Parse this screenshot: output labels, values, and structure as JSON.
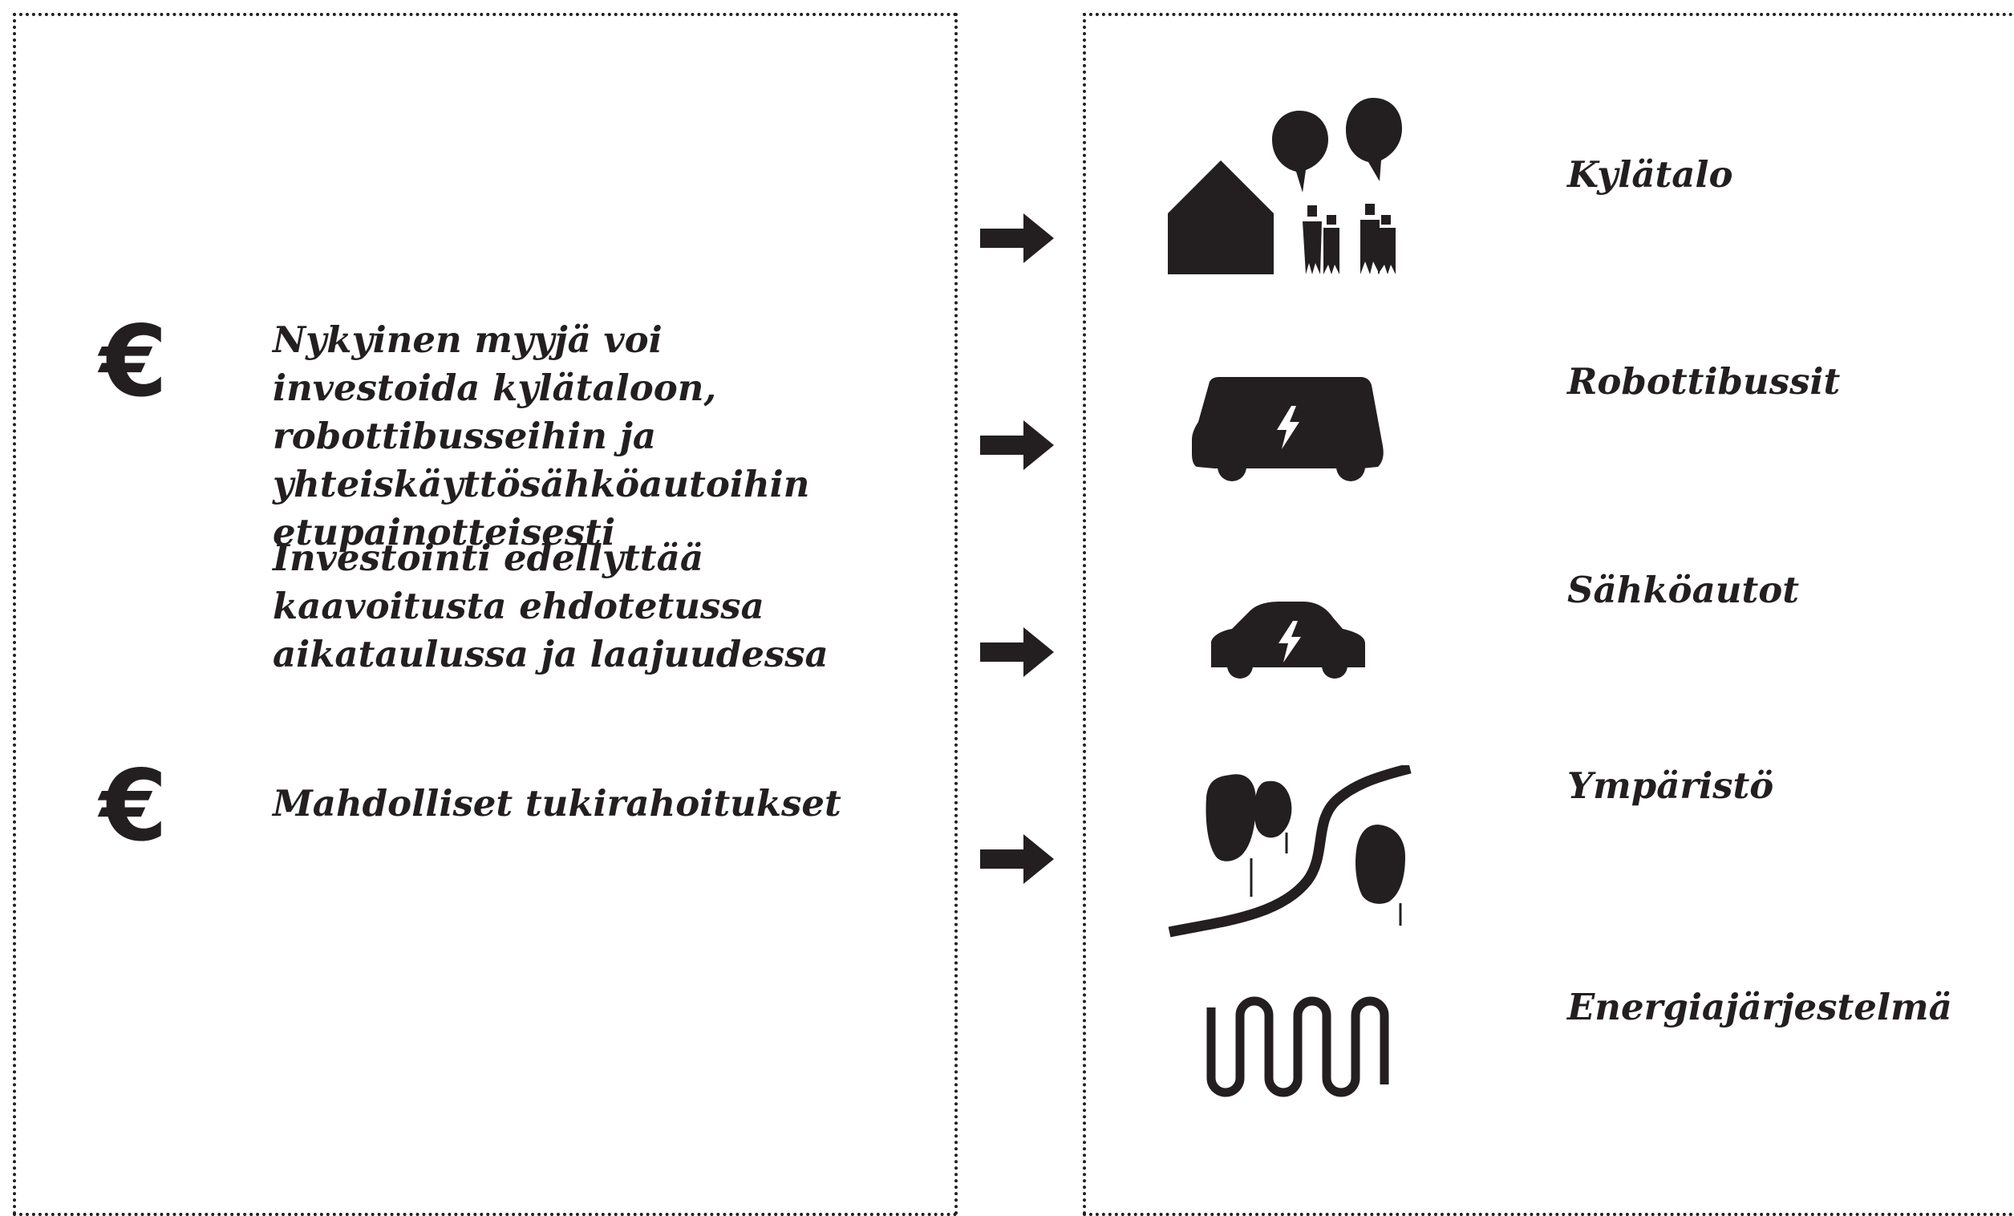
{
  "left_panel": {
    "blocks": [
      {
        "icon": "euro-icon",
        "paragraphs": [
          "Nykyinen myyjä voi investoida kylätaloon, robottibusseihin ja yhteiskäyttösähköautoihin etupainotteisesti",
          "Investointi edellyttää kaavoitusta ehdotetussa aikataulussa ja laajuudessa"
        ]
      },
      {
        "icon": "euro-icon",
        "paragraphs": [
          "Mahdolliset tukirahoitukset"
        ]
      }
    ],
    "euro_symbol": "€"
  },
  "right_panel": {
    "items": [
      {
        "label": "Kylätalo",
        "icon": "village-house-people-icon"
      },
      {
        "label": "Robottibussit",
        "icon": "electric-bus-icon"
      },
      {
        "label": "Sähköautot",
        "icon": "electric-car-icon"
      },
      {
        "label": "Ympäristö",
        "icon": "trees-road-icon"
      },
      {
        "label": "Energiajärjestelmä",
        "icon": "heating-coil-icon"
      }
    ]
  },
  "colors": {
    "ink": "#231f20",
    "background": "#ffffff"
  }
}
